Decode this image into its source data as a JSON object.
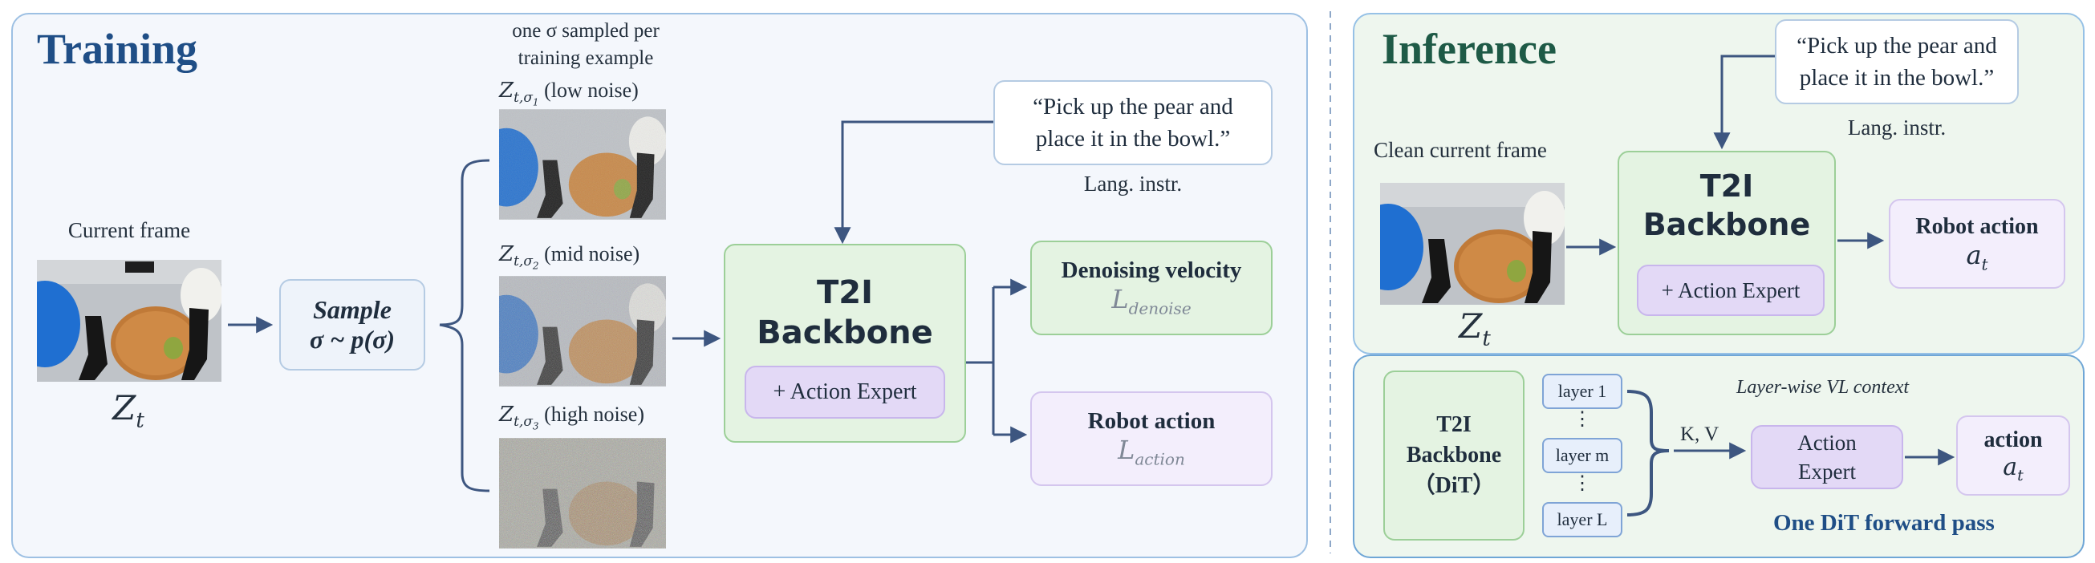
{
  "training": {
    "title": "Training",
    "current_frame_label": "Current frame",
    "z_t": "Z",
    "z_t_sub": "t",
    "sample_box": {
      "line1": "Sample",
      "line2": "σ ~ p(σ)"
    },
    "sigma_note": [
      "one σ sampled per",
      "training example"
    ],
    "noise_levels": [
      {
        "sym": "Z",
        "sub": "t,σ",
        "idx": "1",
        "text": "(low noise)"
      },
      {
        "sym": "Z",
        "sub": "t,σ",
        "idx": "2",
        "text": "(mid noise)"
      },
      {
        "sym": "Z",
        "sub": "t,σ",
        "idx": "3",
        "text": "(high noise)"
      }
    ],
    "backbone": {
      "line1": "T2I",
      "line2": "Backbone",
      "expert": "+ Action Expert"
    },
    "instruction": {
      "line1": "“Pick up the pear and",
      "line2": "place it in the bowl.”",
      "caption": "Lang. instr."
    },
    "output_denoise": {
      "title": "Denoising velocity",
      "loss": "L",
      "loss_sub": "denoise"
    },
    "output_action": {
      "title": "Robot action",
      "loss": "L",
      "loss_sub": "action"
    }
  },
  "inference": {
    "title": "Inference",
    "clean_frame_label": "Clean current frame",
    "z_t": "Z",
    "z_t_sub": "t",
    "instruction": {
      "line1": "“Pick up the pear and",
      "line2": "place it in the bowl.”",
      "caption": "Lang. instr."
    },
    "backbone": {
      "line1": "T2I",
      "line2": "Backbone",
      "expert": "+ Action Expert"
    },
    "robot_action": {
      "title": "Robot action",
      "sym": "a",
      "sub": "t"
    },
    "detail": {
      "dit": {
        "line1": "T2I",
        "line2": "Backbone",
        "line3": "（DiT）"
      },
      "layers": [
        "layer 1",
        "layer m",
        "layer L"
      ],
      "dots": "⋮",
      "kv": "K, V",
      "context_label": "Layer-wise VL context",
      "action_expert": {
        "line1": "Action",
        "line2": "Expert"
      },
      "action_out": {
        "title": "action",
        "sym": "a",
        "sub": "t"
      },
      "footer": "One DiT forward pass"
    }
  },
  "colors": {
    "title_blue": "#1f4e86",
    "title_green": "#1e5a46",
    "arrow": "#3d5680",
    "loss_gray": "#7f8896"
  }
}
